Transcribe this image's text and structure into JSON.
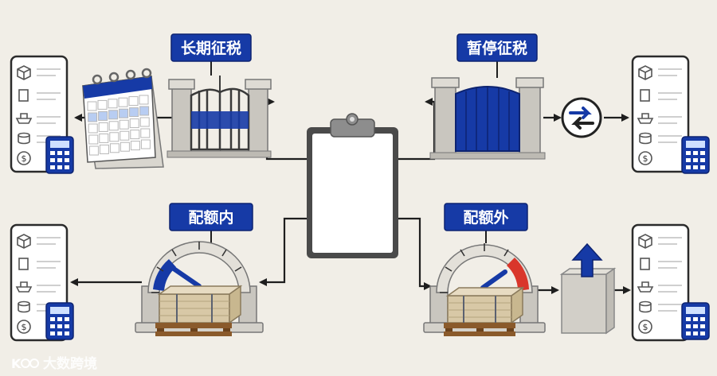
{
  "labels": {
    "long_term": "长期征税",
    "suspend": "暂停征税",
    "in_quota": "配额内",
    "out_quota": "配额外"
  },
  "watermark": {
    "text": "大数跨境"
  },
  "icons": {
    "form": "checklist-form-icon",
    "calculator": "calculator-icon",
    "clipboard": "clipboard-icon",
    "calendar": "calendar-icon",
    "gate_open": "gate-open-icon",
    "gate_closed": "gate-closed-icon",
    "exchange": "exchange-arrows-icon",
    "gauge": "quota-gauge-icon",
    "pallet": "cargo-pallet-icon",
    "arrow_up": "arrow-up-icon"
  },
  "colors": {
    "accent": "#163aa6",
    "danger": "#d9362b",
    "background": "#f1eee7"
  }
}
